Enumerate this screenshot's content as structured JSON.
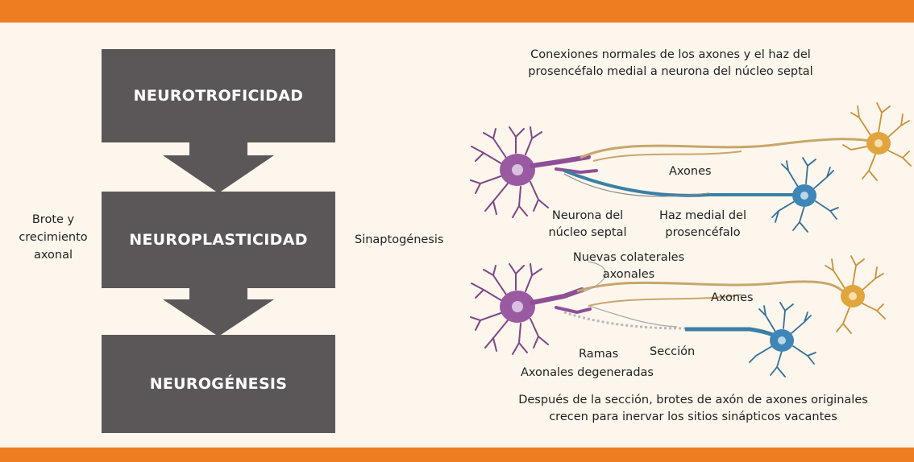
{
  "flow": {
    "boxes": [
      "NEUROTROFICIDAD",
      "NEUROPLASTICIDAD",
      "NEUROGÉNESIS"
    ],
    "left_label": [
      "Brote y",
      "crecimiento",
      "axonal"
    ],
    "right_label": "Sinaptogénesis"
  },
  "top_diagram": {
    "caption": [
      "Conexiones normales de los axones y el haz del",
      "prosencéfalo medial a neurona del núcleo septal"
    ],
    "axones_label": "Axones",
    "neuron_label": [
      "Neurona del",
      "núcleo septal"
    ],
    "bundle_label": [
      "Haz medial del",
      "prosencéfalo"
    ]
  },
  "bottom_diagram": {
    "collaterals_label": [
      "Nuevas colaterales",
      "axonales"
    ],
    "axones_label": "Axones",
    "ramas_label": "Ramas",
    "section_label": "Sección",
    "degenerated_label": "Axonales degeneradas",
    "caption": [
      "Después de la sección, brotes de axón de axones originales",
      "crecen para inervar los sitios sinápticos vacantes"
    ]
  },
  "colors": {
    "accent_bar": "#ee7d22",
    "box": "#5b5759",
    "septal_neuron": "#8e4f96",
    "orange_neuron": "#e1a53e",
    "blue_neuron": "#3f86b6",
    "blue_axon": "#3a7fa6",
    "tan_axon": "#c8a66a"
  }
}
